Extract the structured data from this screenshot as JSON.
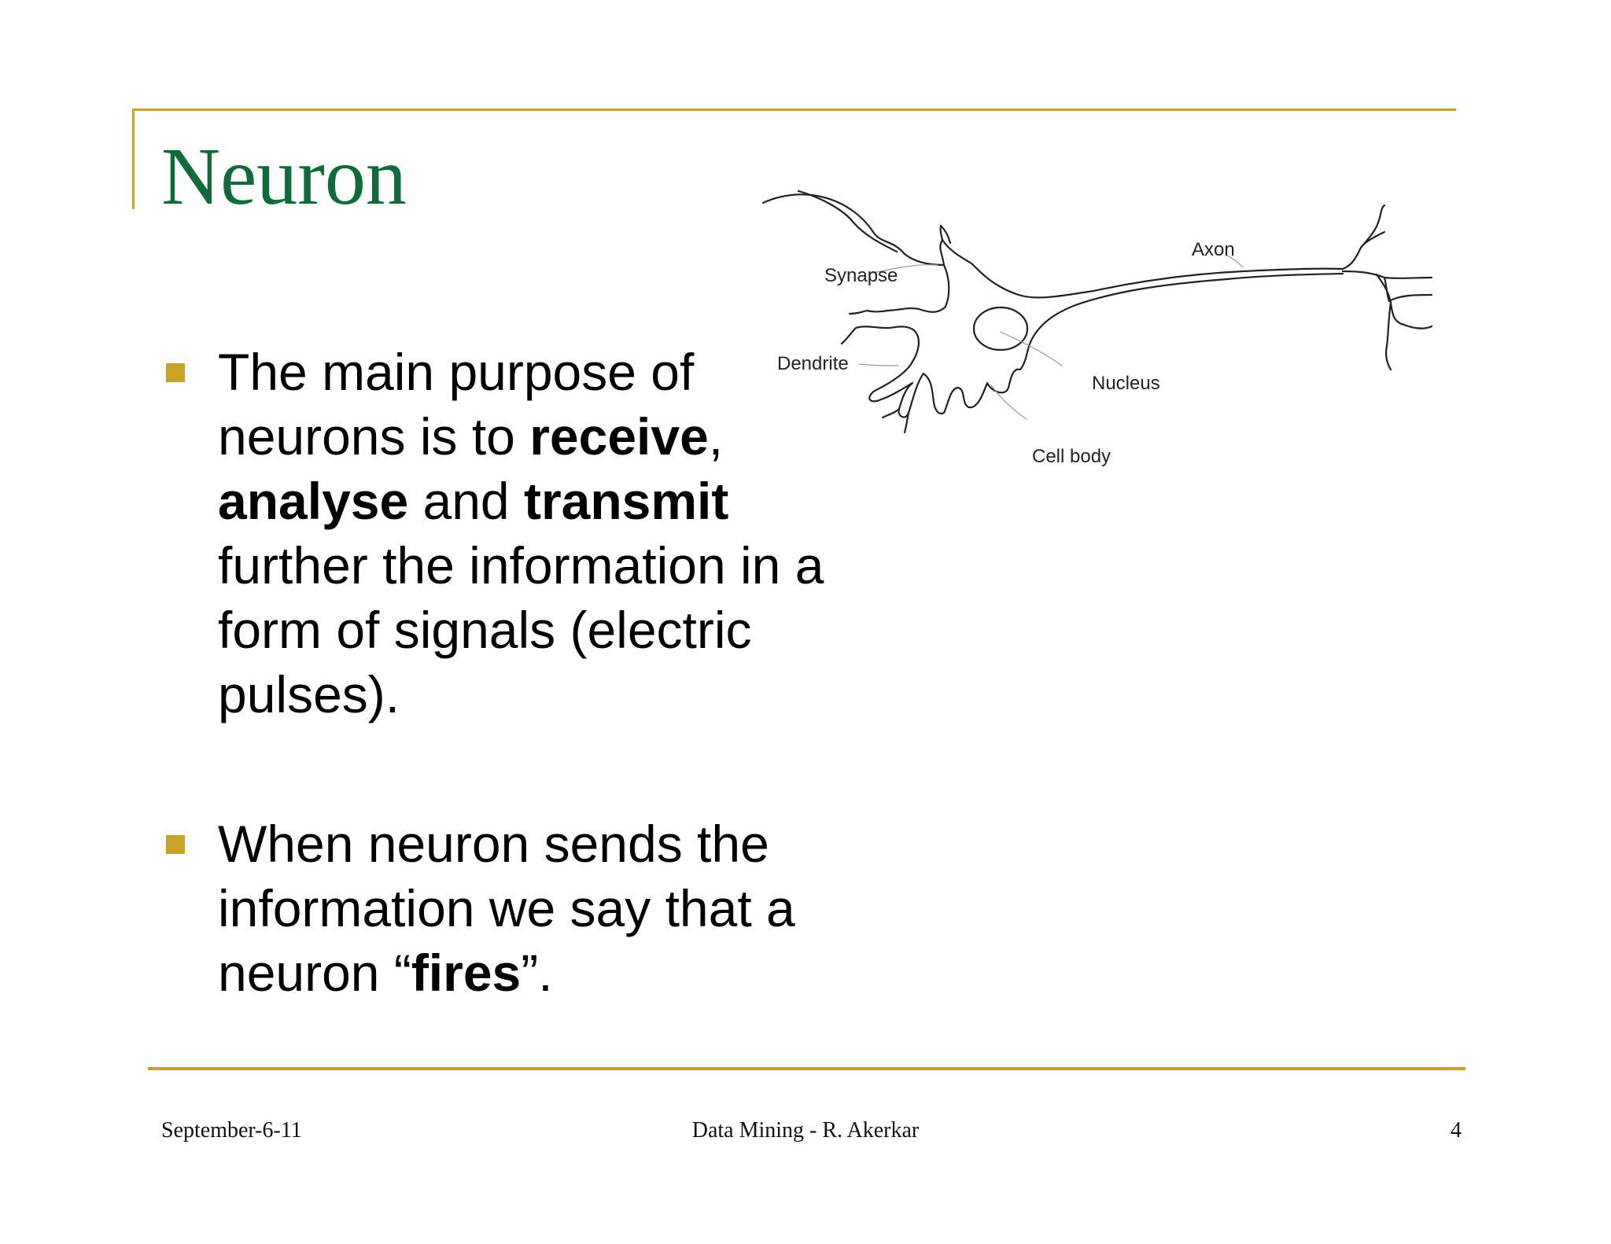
{
  "slide": {
    "title": "Neuron",
    "bullets": [
      {
        "parts": [
          {
            "text": "The main purpose of neurons is to ",
            "bold": false
          },
          {
            "text": "receive",
            "bold": true
          },
          {
            "text": ", ",
            "bold": false
          },
          {
            "text": "analyse",
            "bold": true
          },
          {
            "text": " and ",
            "bold": false
          },
          {
            "text": "transmit",
            "bold": true
          },
          {
            "text": " further the information in a form of signals (electric pulses).",
            "bold": false
          }
        ]
      },
      {
        "parts": [
          {
            "text": "When neuron sends the information we say that a neuron “",
            "bold": false
          },
          {
            "text": "fires",
            "bold": true
          },
          {
            "text": "”.",
            "bold": false
          }
        ]
      }
    ],
    "figure": {
      "labels": {
        "synapse": "Synapse",
        "dendrite": "Dendrite",
        "axon": "Axon",
        "nucleus": "Nucleus",
        "cell_body": "Cell body"
      }
    },
    "footer": {
      "date": "September-6-11",
      "center": "Data Mining - R. Akerkar",
      "page": "4"
    },
    "colors": {
      "accent": "#c9a227",
      "title": "#0e6b3a"
    }
  }
}
